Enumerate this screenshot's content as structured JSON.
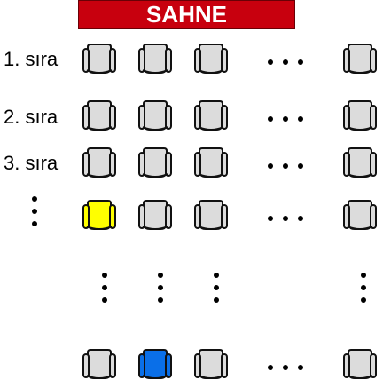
{
  "stage": {
    "label": "SAHNE",
    "color": "#c8000e"
  },
  "row_labels": [
    "1. sıra",
    "2. sıra",
    "3. sıra"
  ],
  "seat_colors": {
    "default": "#dcdcdc",
    "highlight_yellow": "#ffff00",
    "highlight_blue": "#0a6fe8"
  },
  "icons": {
    "seat": "chair-icon",
    "ellipsis": "ellipsis-icon"
  }
}
